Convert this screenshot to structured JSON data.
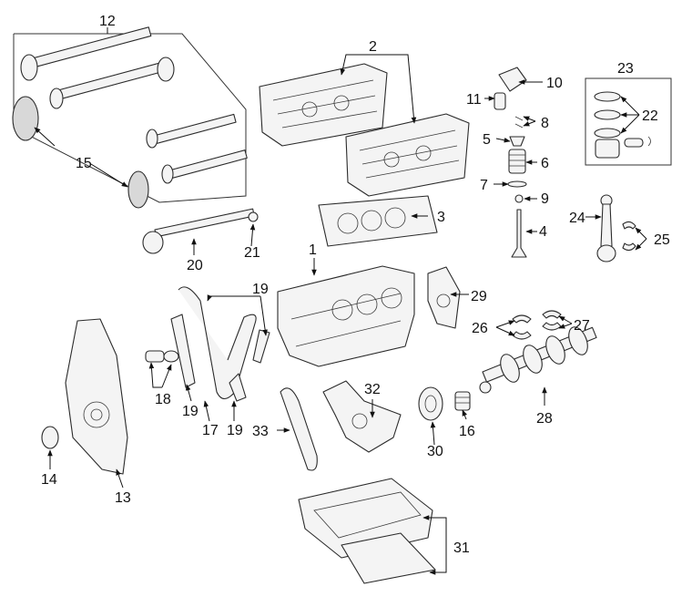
{
  "callouts": {
    "c1": "1",
    "c2": "2",
    "c3": "3",
    "c4": "4",
    "c5": "5",
    "c6": "6",
    "c7": "7",
    "c8": "8",
    "c9": "9",
    "c10": "10",
    "c11": "11",
    "c12": "12",
    "c13": "13",
    "c14": "14",
    "c15": "15",
    "c16": "16",
    "c17": "17",
    "c18": "18",
    "c19a": "19",
    "c19b": "19",
    "c19c": "19",
    "c20": "20",
    "c21": "21",
    "c22": "22",
    "c23": "23",
    "c24": "24",
    "c25": "25",
    "c26": "26",
    "c27": "27",
    "c28": "28",
    "c29": "29",
    "c30": "30",
    "c31": "31",
    "c32": "32",
    "c33": "33"
  },
  "colors": {
    "line": "#2b2b2b",
    "fill": "#f4f4f4",
    "background": "#ffffff"
  }
}
